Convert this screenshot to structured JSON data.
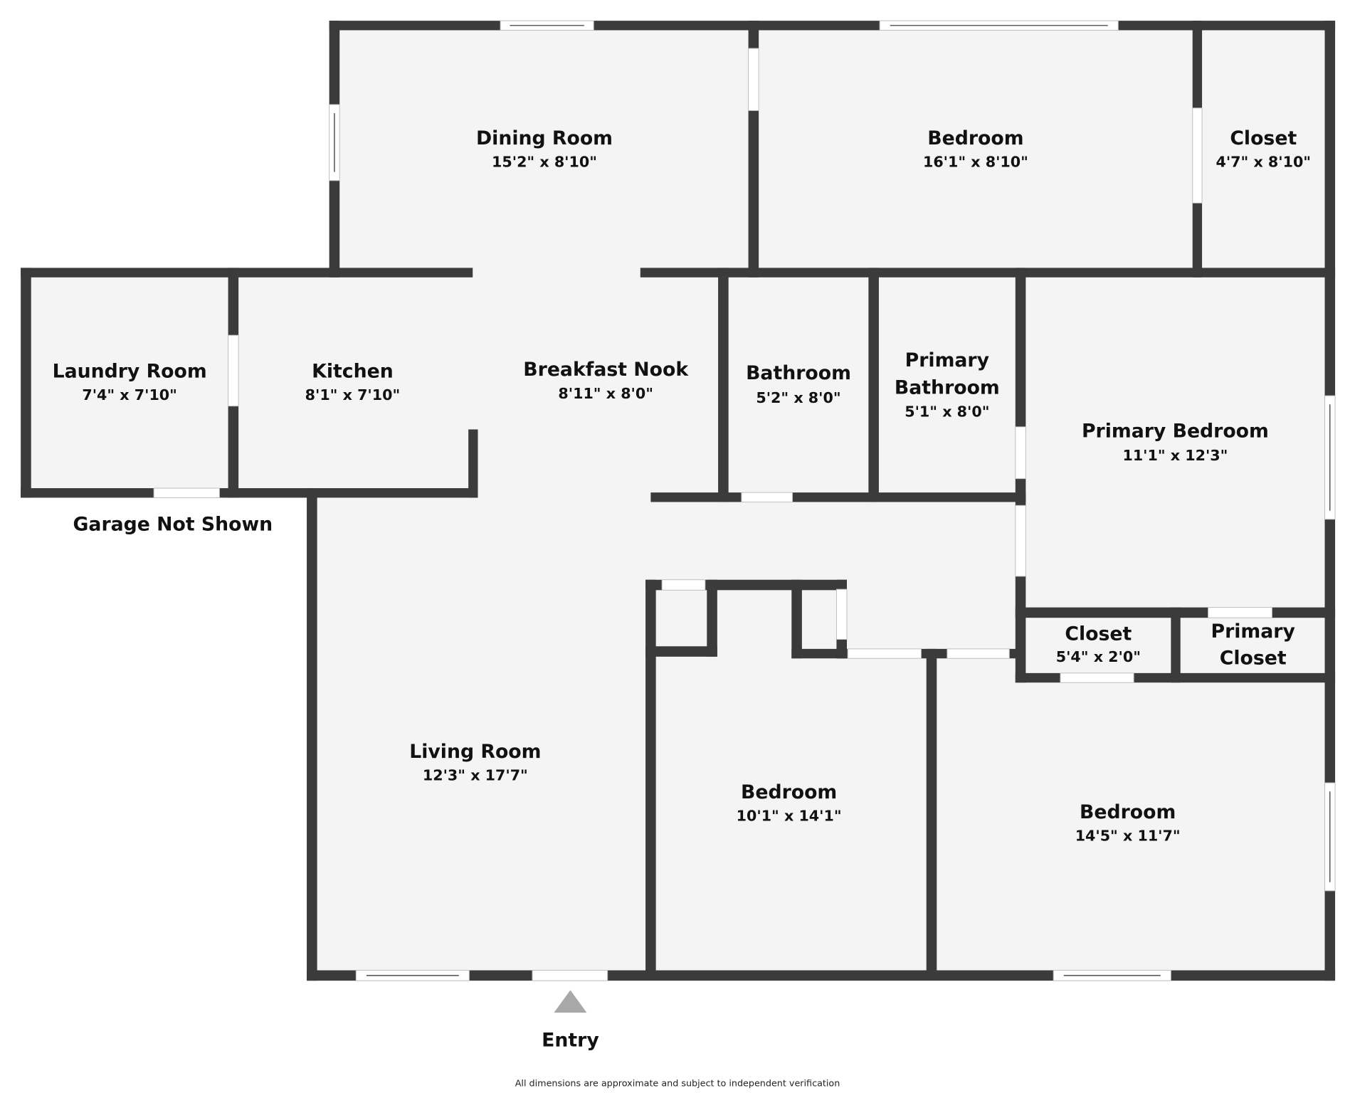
{
  "plan": {
    "wall_color": "#3b3b3b",
    "floor_color": "#f4f4f4",
    "entry_arrow_color": "#a8a8a8",
    "rooms": [
      {
        "id": "dining-room",
        "name": "Dining Room",
        "dims": "15'2\" x 8'10\""
      },
      {
        "id": "bedroom-north",
        "name": "Bedroom",
        "dims": "16'1\" x 8'10\""
      },
      {
        "id": "closet-north",
        "name": "Closet",
        "dims": "4'7\" x 8'10\""
      },
      {
        "id": "laundry-room",
        "name": "Laundry Room",
        "dims": "7'4\" x 7'10\""
      },
      {
        "id": "kitchen",
        "name": "Kitchen",
        "dims": "8'1\" x 7'10\""
      },
      {
        "id": "breakfast-nook",
        "name": "Breakfast Nook",
        "dims": "8'11\" x 8'0\""
      },
      {
        "id": "bathroom",
        "name": "Bathroom",
        "dims": "5'2\" x 8'0\""
      },
      {
        "id": "primary-bathroom",
        "name_line1": "Primary",
        "name_line2": "Bathroom",
        "dims": "5'1\" x 8'0\""
      },
      {
        "id": "primary-bedroom",
        "name": "Primary Bedroom",
        "dims": "11'1\" x 12'3\""
      },
      {
        "id": "closet-hall",
        "name": "Closet",
        "dims": "5'4\" x 2'0\""
      },
      {
        "id": "primary-closet",
        "name_line1": "Primary",
        "name_line2": "Closet"
      },
      {
        "id": "living-room",
        "name": "Living Room",
        "dims": "12'3\" x 17'7\""
      },
      {
        "id": "bedroom-middle",
        "name": "Bedroom",
        "dims": "10'1\" x 14'1\""
      },
      {
        "id": "bedroom-southeast",
        "name": "Bedroom",
        "dims": "14'5\" x 11'7\""
      }
    ],
    "garage_note": "Garage Not Shown",
    "entry_label": "Entry",
    "disclaimer": "All dimensions are approximate and subject to independent verification"
  }
}
